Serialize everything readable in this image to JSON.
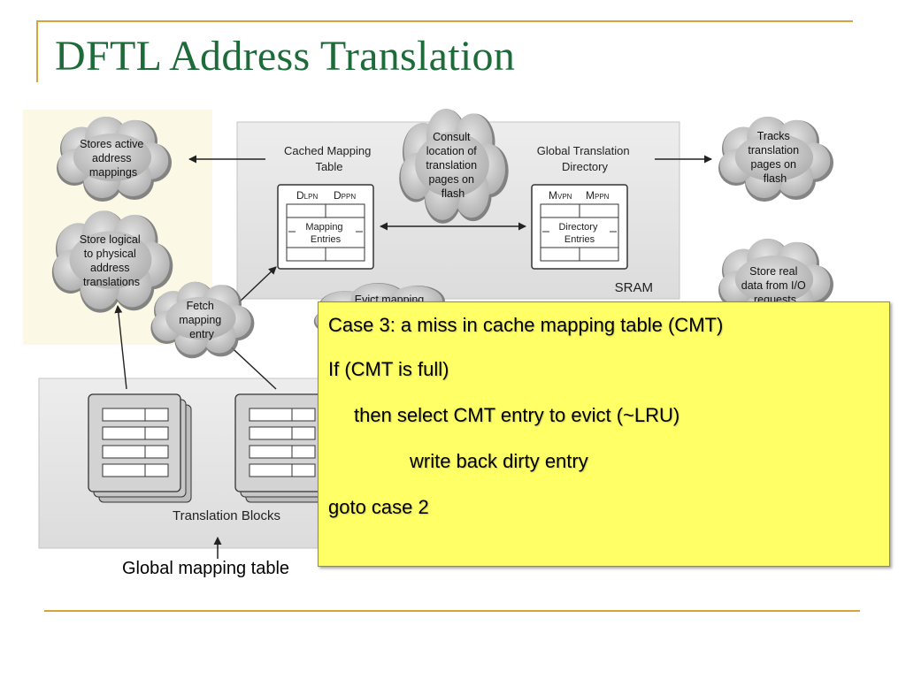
{
  "slide": {
    "title": "DFTL Address Translation"
  },
  "diagram": {
    "bubbles": {
      "stores_active": [
        "Stores active",
        "address",
        "mappings"
      ],
      "store_logical": [
        "Store logical",
        "to physical",
        "address",
        "translations"
      ],
      "fetch_mapping": [
        "Fetch",
        "mapping",
        "entry"
      ],
      "consult": [
        "Consult",
        "location of",
        "translation",
        "pages on",
        "flash"
      ],
      "tracks": [
        "Tracks",
        "translation",
        "pages on",
        "flash"
      ],
      "store_real": [
        "Store real",
        "data from I/O",
        "requests"
      ],
      "evict_mapping": [
        "Evict mapping"
      ]
    },
    "cmt": {
      "title": [
        "Cached Mapping",
        "Table"
      ],
      "col1_main": "D",
      "col1_sub": "LPN",
      "col2_main": "D",
      "col2_sub": "PPN",
      "entries": [
        "Mapping",
        "Entries"
      ]
    },
    "gtd": {
      "title": [
        "Global Translation",
        "Directory"
      ],
      "col1_main": "M",
      "col1_sub": "VPN",
      "col2_main": "M",
      "col2_sub": "PPN",
      "entries": [
        "Directory",
        "Entries"
      ]
    },
    "sram_label": "SRAM",
    "translation_blocks_label": "Translation Blocks"
  },
  "caption": "Global mapping table",
  "callout": {
    "lines": [
      "Case 3: a miss in cache mapping table (CMT)",
      "If (CMT is full)",
      "then select CMT entry to evict (~LRU)",
      "write back dirty entry",
      "goto case 2"
    ]
  }
}
